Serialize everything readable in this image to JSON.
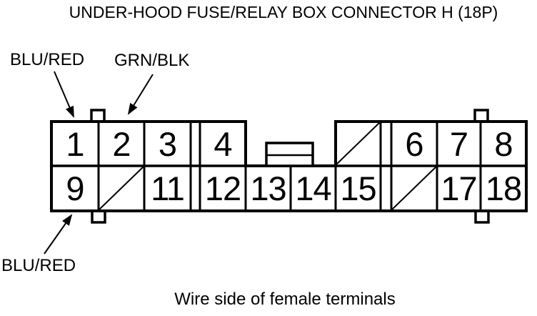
{
  "title": "UNDER-HOOD FUSE/RELAY BOX CONNECTOR H (18P)",
  "caption": "Wire side of female terminals",
  "wire_labels": {
    "top_left": "BLU/RED",
    "top_right": "GRN/BLK",
    "bottom": "BLU/RED"
  },
  "connector": {
    "pins": {
      "p1": "1",
      "p2": "2",
      "p3": "3",
      "p4": "4",
      "p6": "6",
      "p7": "7",
      "p8": "8",
      "p9": "9",
      "p11": "11",
      "p12": "12",
      "p13": "13",
      "p14": "14",
      "p15": "15",
      "p17": "17",
      "p18": "18"
    }
  },
  "colors": {
    "line": "#000000",
    "background": "#ffffff"
  }
}
